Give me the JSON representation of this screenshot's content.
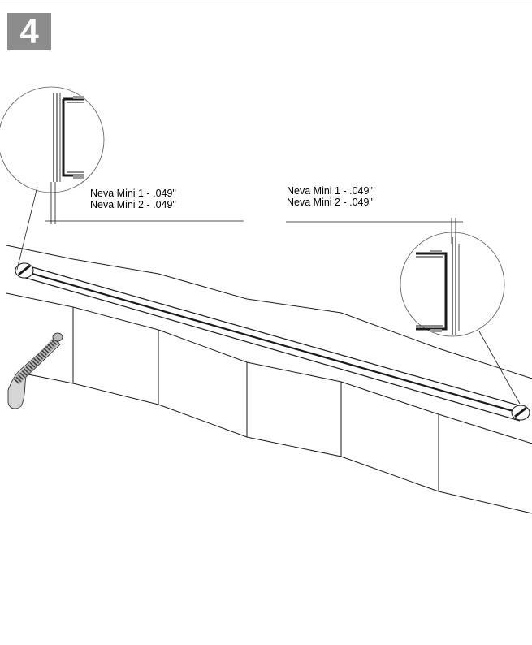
{
  "step": {
    "number": "4"
  },
  "callouts": {
    "left": {
      "line1": "Neva Mini 1 - .049\"",
      "line2": "Neva Mini 2 - .049\""
    },
    "right": {
      "line1": "Neva Mini 1 - .049\"",
      "line2": "Neva Mini 2 - .049\""
    }
  },
  "colors": {
    "badge": "#8c8c8c",
    "line": "#1a1a1a",
    "rule": "#bdbdbd"
  }
}
